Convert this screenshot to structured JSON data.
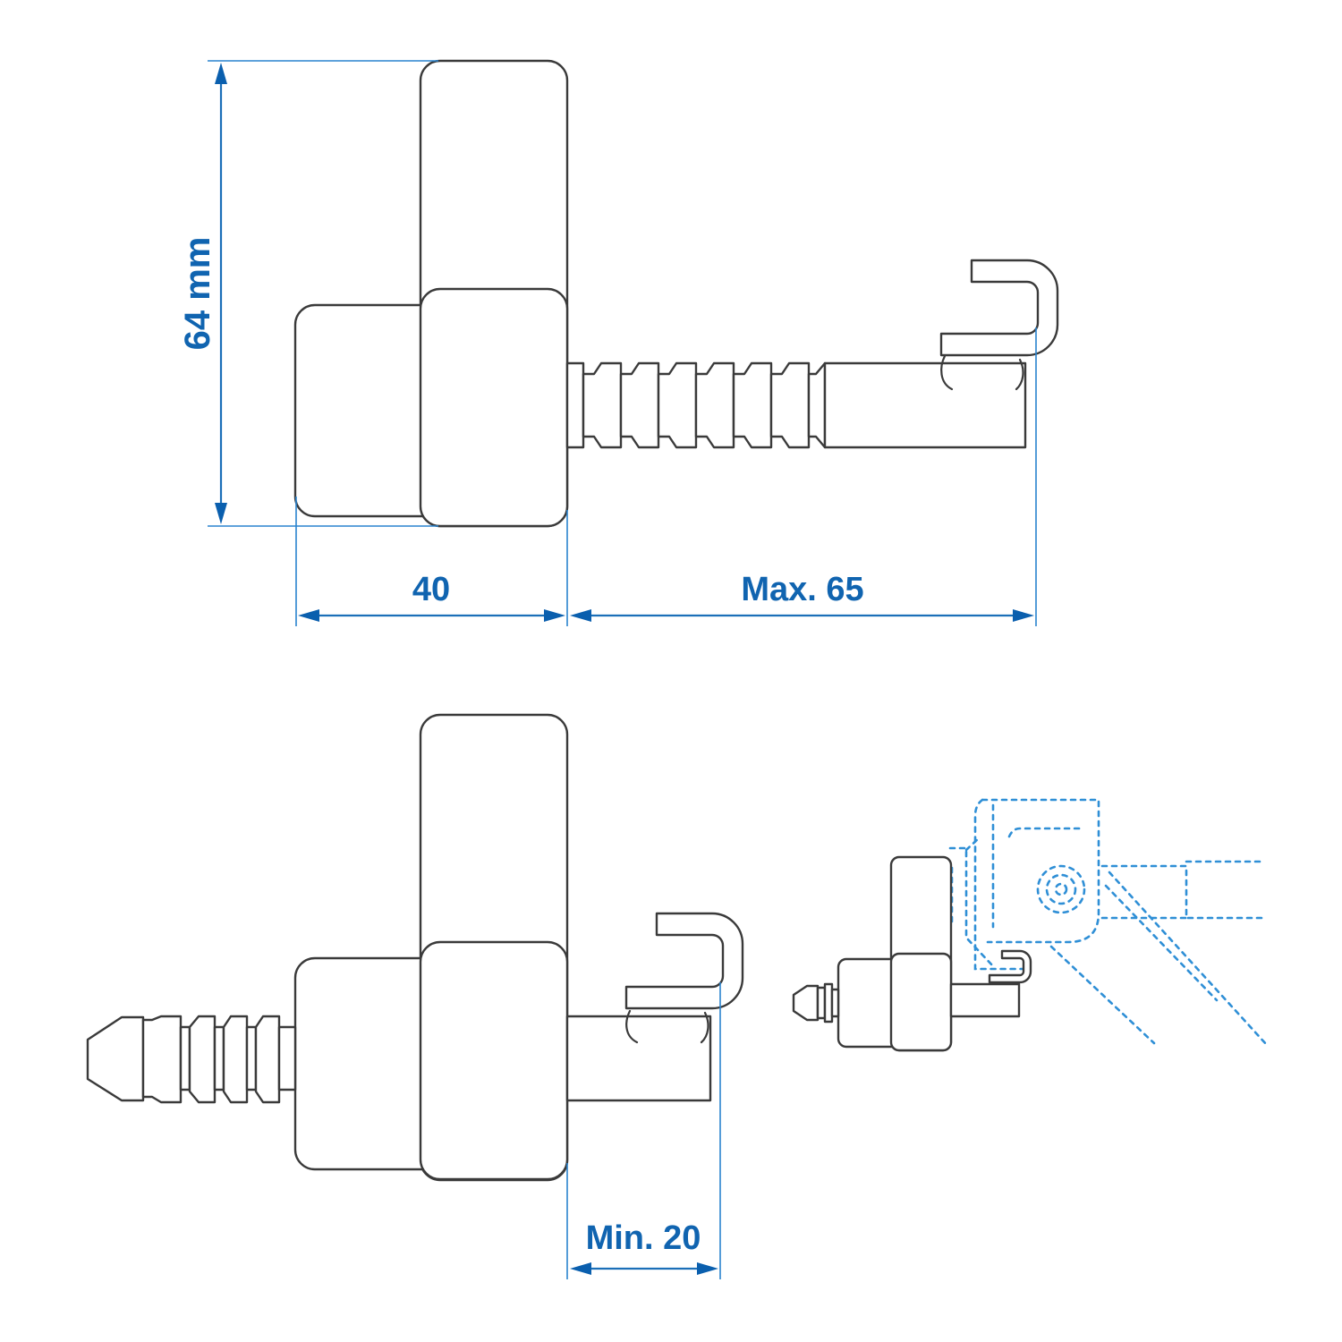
{
  "diagram": {
    "title": "Tow hitch stabiliser / anti-theft pin dimension drawing",
    "colors": {
      "outline": "#3a3a3a",
      "dimension": "#1064b0",
      "dashed_reference": "#2f8fd6",
      "background": "#ffffff"
    },
    "top_view": {
      "dimensions": {
        "height": {
          "label": "64 mm",
          "value": 64,
          "unit": "mm"
        },
        "body_width": {
          "label": "40",
          "value": 40,
          "unit": "mm"
        },
        "max_extension": {
          "label": "Max. 65",
          "value": 65,
          "unit": "mm",
          "qualifier": "Max."
        }
      },
      "state": "extended (threaded rod out)"
    },
    "bottom_view": {
      "dimensions": {
        "min_extension": {
          "label": "Min. 20",
          "value": 20,
          "unit": "mm",
          "qualifier": "Min."
        }
      },
      "state": "retracted (threaded rod in, clamp closed)"
    },
    "installed_view": {
      "description": "Device mounted on coupling head, shown with dashed outline of hitch"
    }
  }
}
